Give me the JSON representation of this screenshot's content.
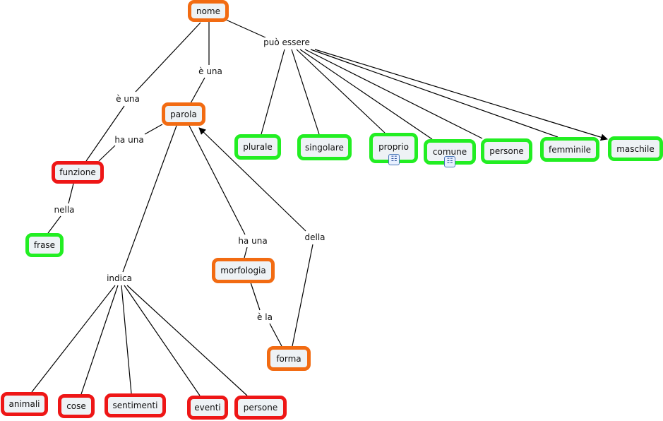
{
  "colors": {
    "orange": "#f26b12",
    "green": "#22ee22",
    "red": "#ee1616",
    "node_fill": "#eef2f5"
  },
  "concepts": {
    "nome": "nome",
    "parola": "parola",
    "funzione": "funzione",
    "frase": "frase",
    "plurale": "plurale",
    "singolare": "singolare",
    "proprio": "proprio",
    "comune": "comune",
    "persone_green": "persone",
    "femminile": "femminile",
    "maschile": "maschile",
    "morfologia": "morfologia",
    "forma": "forma",
    "animali": "animali",
    "cose": "cose",
    "sentimenti": "sentimenti",
    "eventi": "eventi",
    "persone_red": "persone"
  },
  "links": {
    "puo_essere": "può essere",
    "e_una_1": "è una",
    "e_una_2": "è una",
    "ha_una_1": "ha una",
    "nella": "nella",
    "ha_una_2": "ha una",
    "della": "della",
    "e_la": "è la",
    "indica": "indica"
  },
  "icons": {
    "submap": "concept-map-resource-icon"
  }
}
